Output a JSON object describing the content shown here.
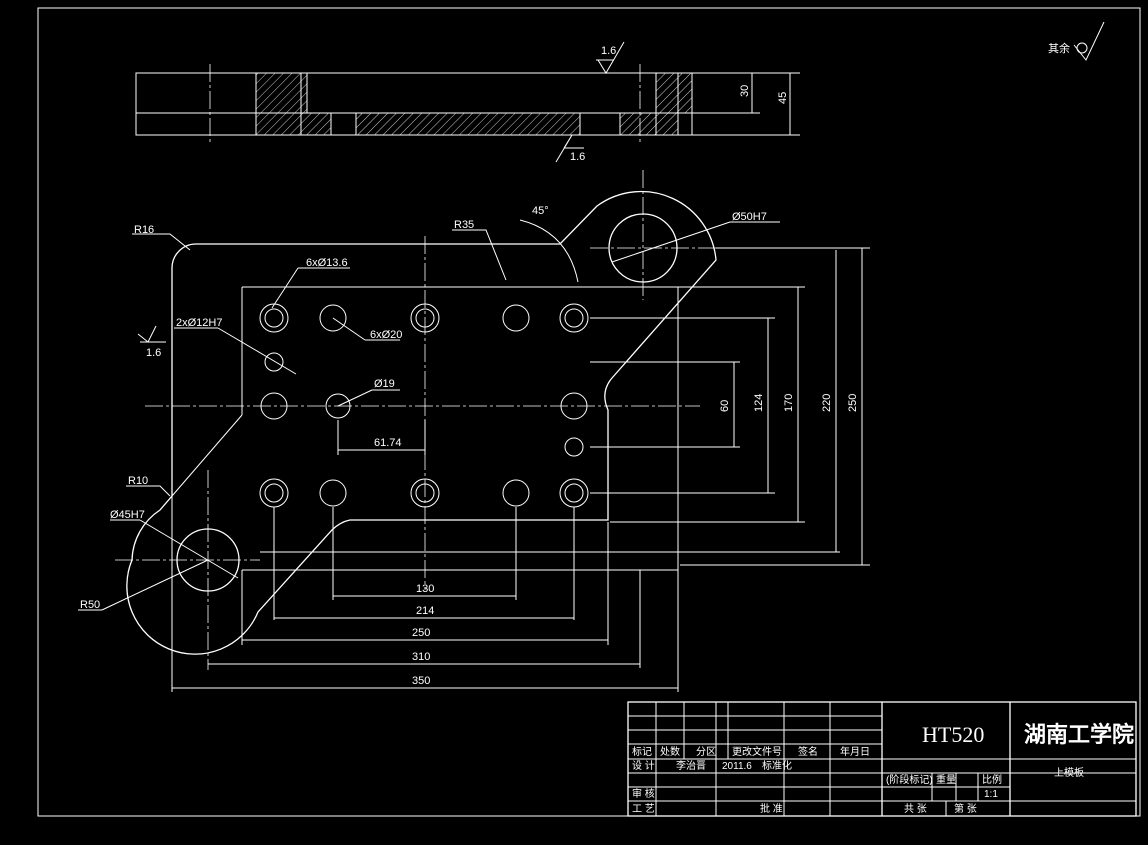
{
  "drawing": {
    "roughness_note": "其余",
    "top_view": {
      "surface_top": "1.6",
      "surface_bottom": "1.6",
      "dim_30": "30",
      "dim_45": "45"
    },
    "plan_view": {
      "r16": "R16",
      "r35": "R35",
      "angle": "45°",
      "bore_top": "Ø50H7",
      "holes_6x136": "6xØ13.6",
      "holes_2x12": "2xØ12H7",
      "roughness_left": "1.6",
      "holes_6x20": "6xØ20",
      "hole_19": "Ø19",
      "dim_6174": "61.74",
      "r10": "R10",
      "bore_left": "Ø45H7",
      "r50": "R50",
      "dim_130": "130",
      "dim_214": "214",
      "dim_250": "250",
      "dim_310": "310",
      "dim_350": "350",
      "dim_60": "60",
      "dim_124": "124",
      "dim_170": "170",
      "dim_220": "220",
      "dim_250v": "250"
    }
  },
  "title_block": {
    "material": "HT520",
    "school": "湖南工学院",
    "part_name": "上模板",
    "headers": [
      "标记",
      "处数",
      "分区",
      "更改文件号",
      "签名",
      "年月日"
    ],
    "design_label": "设 计",
    "designer": "李治晋",
    "date": "2011.6",
    "standardization": "标准化",
    "stage_mark": "(阶段标记)",
    "weight": "重量",
    "scale_label": "比例",
    "scale_value": "1:1",
    "review_label": "审 核",
    "process_label": "工 艺",
    "approve_label": "批 准",
    "sheets_total": "共 张",
    "sheet_no": "第 张"
  }
}
